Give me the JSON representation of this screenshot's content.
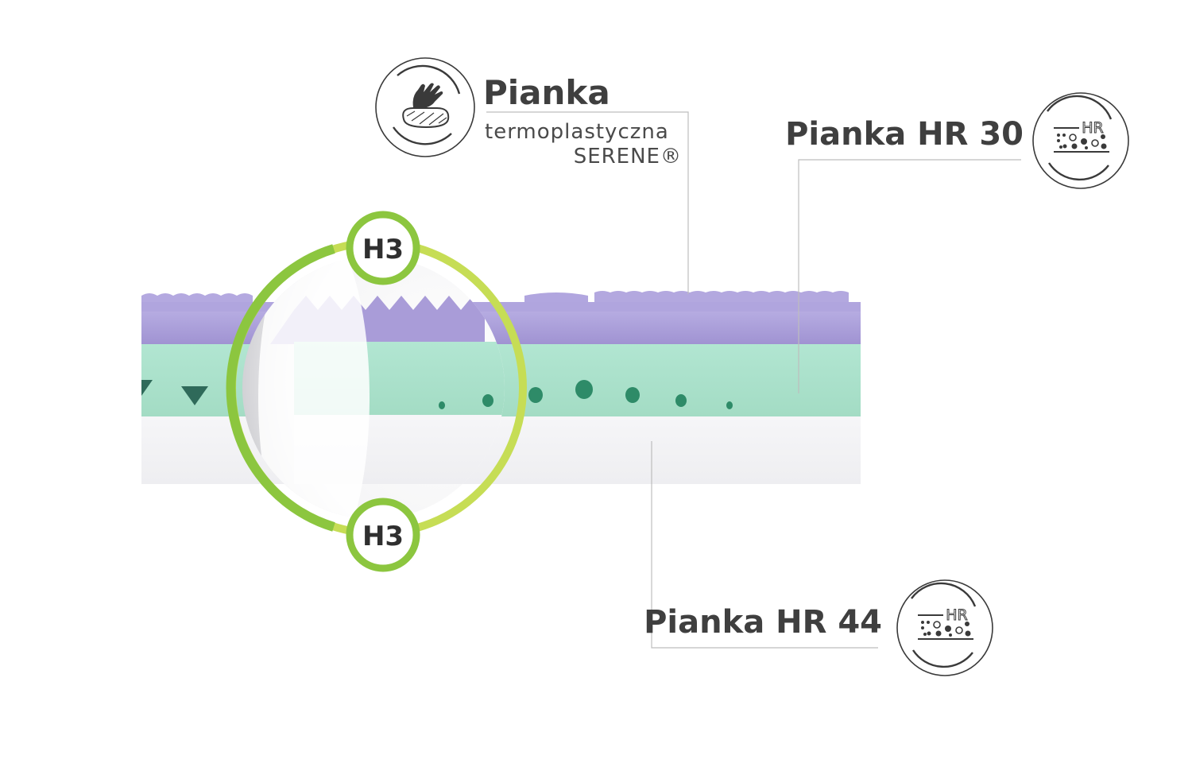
{
  "layers": [
    {
      "title": "Pianka",
      "subtitle_lines": [
        "termoplastyczna",
        "SERENE®"
      ],
      "icon": "hand-pressing-foam-icon",
      "color": "#a79ad6"
    },
    {
      "title": "Pianka HR 30",
      "icon_text": "HR",
      "icon": "hr-foam-icon",
      "color": "#a8e1c9"
    },
    {
      "title": "Pianka HR 44",
      "icon_text": "HR",
      "icon": "hr-foam-icon",
      "color": "#f1f1f3"
    }
  ],
  "firmness": {
    "top_badge": "H3",
    "bottom_badge": "H3",
    "ring_color": "#8cc63f"
  }
}
